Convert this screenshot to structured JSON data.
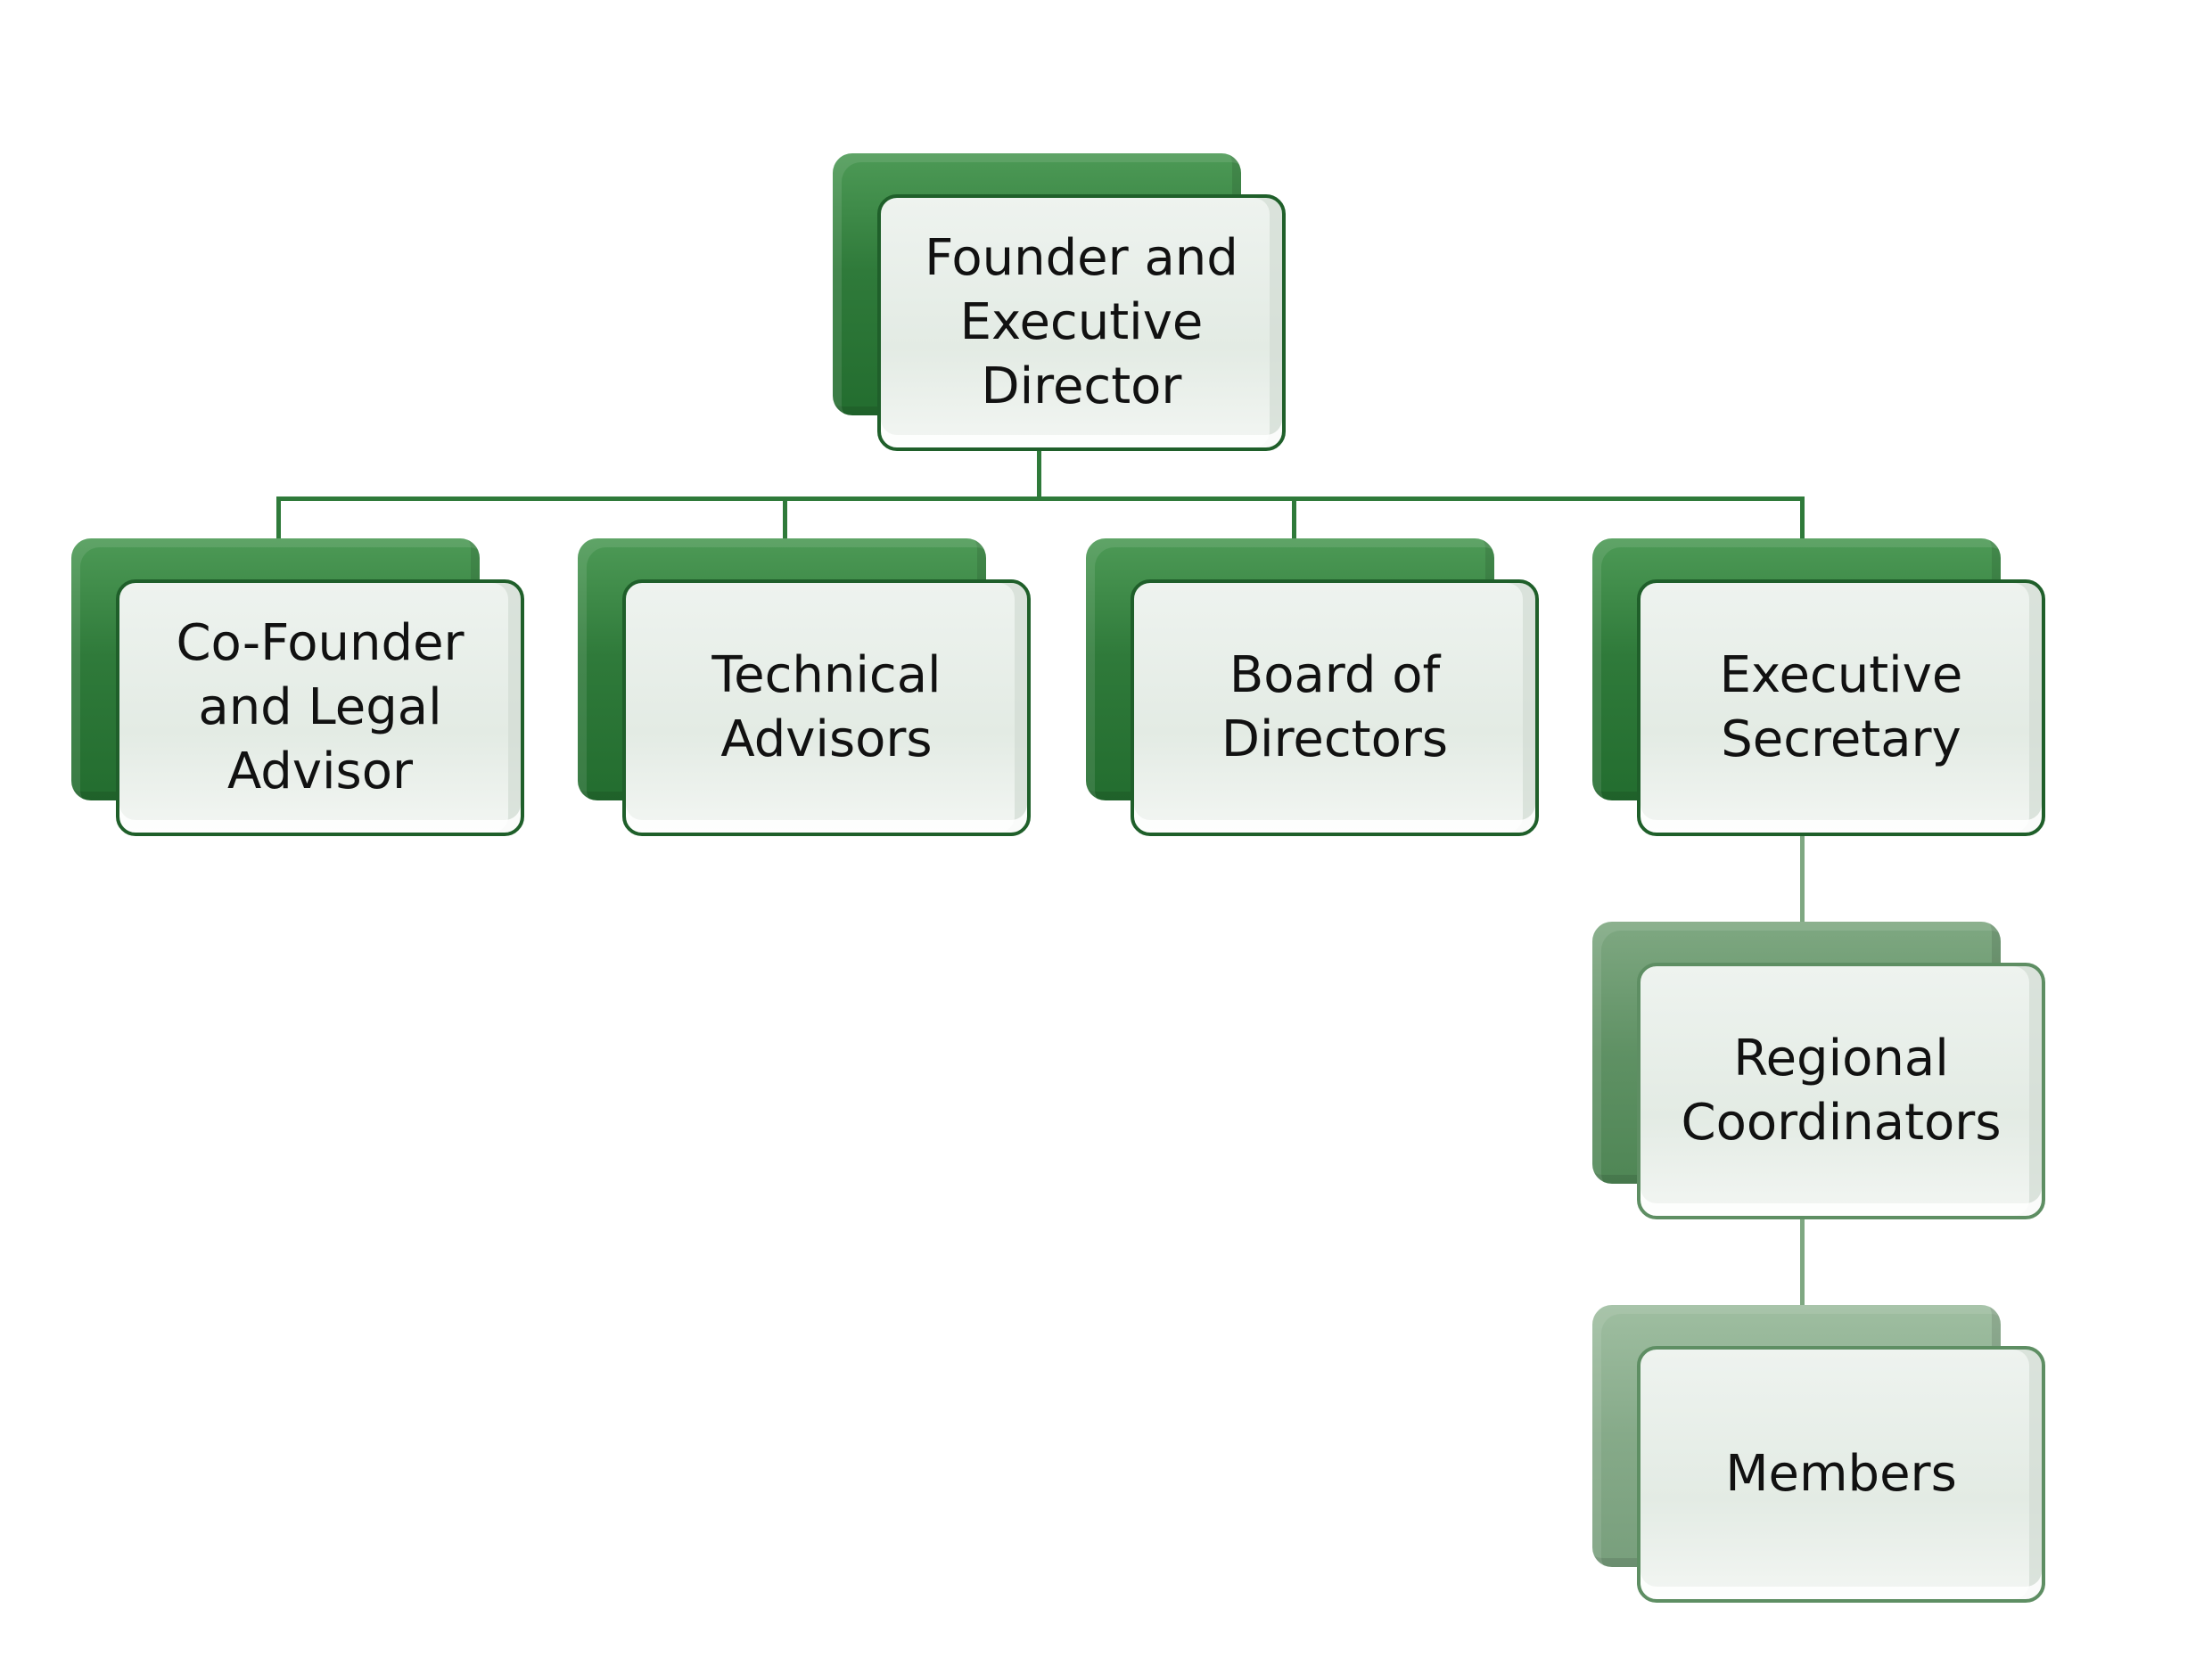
{
  "org_chart": {
    "root": {
      "label": "Founder and\nExecutive\nDirector"
    },
    "level2": [
      {
        "label": "Co-Founder\nand Legal\nAdvisor"
      },
      {
        "label": "Technical\nAdvisors"
      },
      {
        "label": "Board of\nDirectors"
      },
      {
        "label": "Executive\nSecretary"
      }
    ],
    "level3": {
      "label": "Regional\nCoordinators"
    },
    "level4": {
      "label": "Members"
    }
  },
  "colors": {
    "primary_green": "#2f7a3a",
    "pale_green": "#86aa89",
    "box_fill": "#e8efe9",
    "line": "#2f7a3a"
  }
}
